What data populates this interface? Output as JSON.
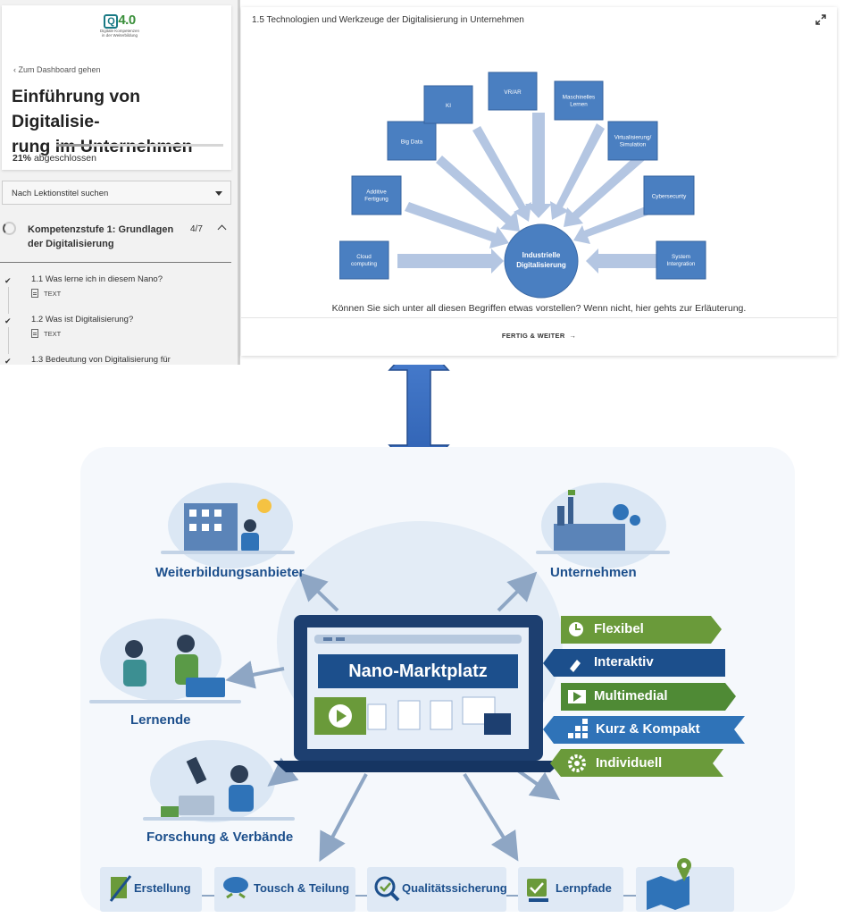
{
  "sidebar": {
    "logo_mark": "4.0",
    "logo_letter": "Q",
    "logo_subtitle_1": "Digitale Kompetenzen",
    "logo_subtitle_2": "in der Weiterbildung",
    "back_link": "Zum Dashboard gehen",
    "course_title_line1": "Einführung von Digitalisie-",
    "course_title_line2": "rung im Unternehmen",
    "progress_percent": 21,
    "progress_value": "21%",
    "progress_label": "abgeschlossen",
    "search_placeholder": "Nach Lektionstitel suchen",
    "section": {
      "title": "Kompetenzstufe 1: Grundlagen der Digitalisierung",
      "count": "4/7"
    },
    "lessons": [
      {
        "title": "1.1 Was lerne ich in diesem Nano?",
        "type": "TEXT"
      },
      {
        "title": "1.2 Was ist Digitalisierung?",
        "type": "TEXT"
      },
      {
        "title": "1.3 Bedeutung von Digitalisierung für",
        "type": ""
      }
    ]
  },
  "content": {
    "title": "1.5 Technologien und Werkzeuge der Digitalisierung in Unternehmen",
    "diagram": {
      "center_line1": "Industrielle",
      "center_line2": "Digitalisierung",
      "nodes": [
        {
          "line1": "Cloud",
          "line2": "computing"
        },
        {
          "line1": "Additive",
          "line2": "Fertigung"
        },
        {
          "line1": "Big Data",
          "line2": ""
        },
        {
          "line1": "KI",
          "line2": ""
        },
        {
          "line1": "VR/AR",
          "line2": ""
        },
        {
          "line1": "Maschinelles",
          "line2": "Lernen"
        },
        {
          "line1": "Virtualisierung/",
          "line2": "Simulation"
        },
        {
          "line1": "Cybersecurity",
          "line2": ""
        },
        {
          "line1": "System",
          "line2": "Intergration"
        }
      ]
    },
    "caption": "Können Sie sich unter all diesen Begriffen etwas vorstellen? Wenn nicht, hier gehts zur Erläuterung.",
    "next_button": "FERTIG & WEITER",
    "next_arrow": "→"
  },
  "illustration": {
    "actors": {
      "providers": "Weiterbildungsanbieter",
      "companies": "Unternehmen",
      "learners": "Lernende",
      "research": "Forschung & Verbände"
    },
    "screen_title": "Nano-Marktplatz",
    "features": [
      "Flexibel",
      "Interaktiv",
      "Multimedial",
      "Kurz & Kompakt",
      "Individuell"
    ],
    "process": [
      "Erstellung",
      "Tousch & Teilung",
      "Qualitätssicherung",
      "Lernpfade"
    ],
    "colors": {
      "navy": "#1c4f8c",
      "green": "#6a9a3a",
      "blue": "#2f73b8",
      "node": "#4a7fc1",
      "arrow": "#a9bedd"
    }
  }
}
